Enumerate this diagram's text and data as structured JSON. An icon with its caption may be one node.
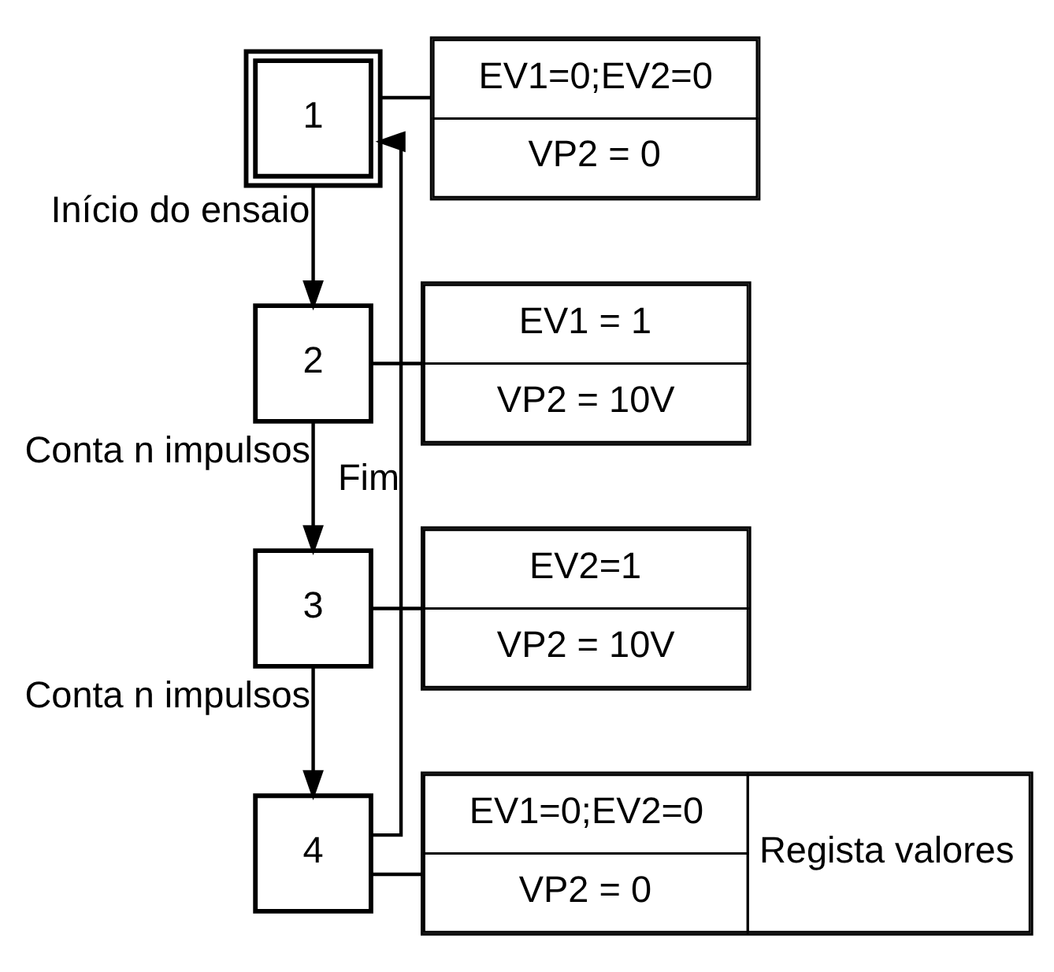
{
  "diagram": {
    "nodes": [
      {
        "text": [
          "1"
        ]
      },
      {
        "text": [
          "EV1=0;EV2=0",
          "VP2 = 0"
        ]
      },
      {
        "text": [
          "2"
        ]
      },
      {
        "text": [
          "EV1 = 1",
          "VP2 = 10V"
        ]
      },
      {
        "text": [
          "3"
        ]
      },
      {
        "text": [
          "EV2=1",
          "VP2 = 10V"
        ]
      },
      {
        "text": [
          "4"
        ]
      },
      {
        "text": [
          "EV1=0;EV2=0",
          "VP2 = 0",
          "Regista valores"
        ]
      }
    ],
    "edges": [
      {
        "from": 0,
        "to": 1,
        "arrow": "none"
      },
      {
        "from": 0,
        "to": 2,
        "arrow": "to",
        "label": "Início do ensaio"
      },
      {
        "from": 2,
        "to": 3,
        "arrow": "none"
      },
      {
        "from": 2,
        "to": 4,
        "arrow": "to",
        "label": "Conta n impulsos"
      },
      {
        "from": 4,
        "to": 5,
        "arrow": "none"
      },
      {
        "from": 4,
        "to": 6,
        "arrow": "to",
        "label": "Conta n impulsos"
      },
      {
        "from": 6,
        "to": 7,
        "arrow": "none"
      },
      {
        "from": 6,
        "to": 0,
        "arrow": "to",
        "label": "Fim"
      }
    ]
  }
}
